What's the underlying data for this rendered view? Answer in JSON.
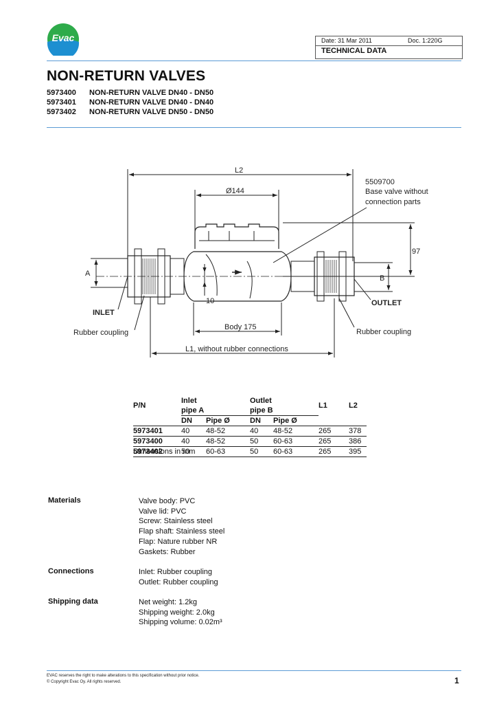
{
  "logo": {
    "text": "Evac"
  },
  "header": {
    "date": "Date:   31 Mar 2011",
    "doc": "Doc.  1:220G",
    "section": "TECHNICAL DATA"
  },
  "title": "NON-RETURN VALVES",
  "products": [
    {
      "code": "5973400",
      "name": "NON-RETURN VALVE DN40 - DN50"
    },
    {
      "code": "5973401",
      "name": "NON-RETURN VALVE DN40 - DN40"
    },
    {
      "code": "5973402",
      "name": "NON-RETURN VALVE DN50 - DN50"
    }
  ],
  "diagram": {
    "l2": "L2",
    "dia144": "Ø144",
    "base_valve_code": "5509700",
    "base_valve_line1": "Base valve without",
    "base_valve_line2": "connection parts",
    "dim97": "97",
    "a": "A",
    "b": "B",
    "ten": "10",
    "inlet": "INLET",
    "outlet": "OUTLET",
    "coupling_left": "Rubber coupling",
    "coupling_right": "Rubber coupling",
    "body": "Body 175",
    "l1": "L1, without rubber connections"
  },
  "table": {
    "h1": [
      "P/N",
      "Inlet pipe A",
      "",
      "Outlet pipe  B",
      "",
      "L1",
      "L2"
    ],
    "h2": [
      "",
      "DN",
      "Pipe Ø",
      "DN",
      "Pipe Ø",
      "",
      ""
    ],
    "rows": [
      [
        "5973401",
        "40",
        "48-52",
        "40",
        "48-52",
        "265",
        "378"
      ],
      [
        "5973400",
        "40",
        "48-52",
        "50",
        "60-63",
        "265",
        "386"
      ],
      [
        "5973402",
        "50",
        "60-63",
        "50",
        "60-63",
        "265",
        "395"
      ]
    ],
    "note": "Dimensions in mm"
  },
  "materials": {
    "label": "Materials",
    "lines": [
      "Valve body: PVC",
      "Valve lid: PVC",
      "Screw: Stainless steel",
      "Flap shaft: Stainless steel",
      "Flap: Nature rubber NR",
      "Gaskets: Rubber"
    ]
  },
  "connections": {
    "label": "Connections",
    "lines": [
      "Inlet: Rubber coupling",
      "Outlet: Rubber coupling"
    ]
  },
  "shipping": {
    "label": "Shipping data",
    "lines": [
      "Net weight: 1.2kg",
      "Shipping weight: 2.0kg",
      "Shipping volume: 0.02m³"
    ]
  },
  "footer": {
    "line1": "EVAC reserves the right to make alterations to this specification without  prior notice.",
    "line2": "© Copyright Evac Oy. All rights reserved.",
    "page": "1"
  },
  "colors": {
    "rule": "#5b9bd5",
    "logo_green": "#2eab4a",
    "logo_blue": "#1d8fd1"
  }
}
